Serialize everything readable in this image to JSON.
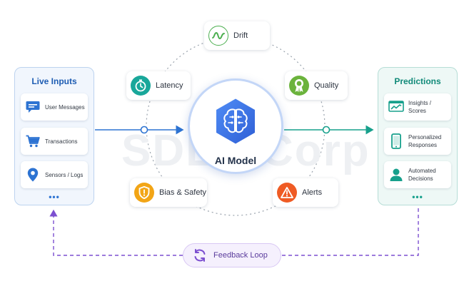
{
  "watermark": "SDLC Corp",
  "inputs": {
    "title": "Live Inputs",
    "items": [
      {
        "label": "User Messages",
        "icon": "chat-icon"
      },
      {
        "label": "Transactions",
        "icon": "cart-icon"
      },
      {
        "label": "Sensors / Logs",
        "icon": "location-pin-icon"
      }
    ],
    "more": "•••"
  },
  "outputs": {
    "title": "Predictions",
    "items": [
      {
        "label": "Insights / Scores",
        "icon": "chart-icon"
      },
      {
        "label": "Personalized Responses",
        "icon": "smartphone-icon"
      },
      {
        "label": "Automated Decisions",
        "icon": "user-icon"
      }
    ],
    "more": "•••"
  },
  "model": {
    "title": "AI Model",
    "icon": "brain-icon"
  },
  "monitors": {
    "drift": {
      "label": "Drift",
      "icon": "wave-icon",
      "color": "#4caf50"
    },
    "latency": {
      "label": "Latency",
      "icon": "stopwatch-icon",
      "color": "#19a79a"
    },
    "quality": {
      "label": "Quality",
      "icon": "award-ribbon-icon",
      "color": "#6bb33c"
    },
    "bias": {
      "label": "Bias & Safety",
      "icon": "shield-alert-icon",
      "color": "#f2a516"
    },
    "alerts": {
      "label": "Alerts",
      "icon": "warning-icon",
      "color": "#ef5b24"
    }
  },
  "feedback": {
    "label": "Feedback Loop",
    "icon": "refresh-cycle-icon"
  },
  "colors": {
    "input_accent": "#2d73d2",
    "output_accent": "#17a08c",
    "model_accent": "#3d6fe0",
    "feedback_accent": "#7c4fd0"
  }
}
